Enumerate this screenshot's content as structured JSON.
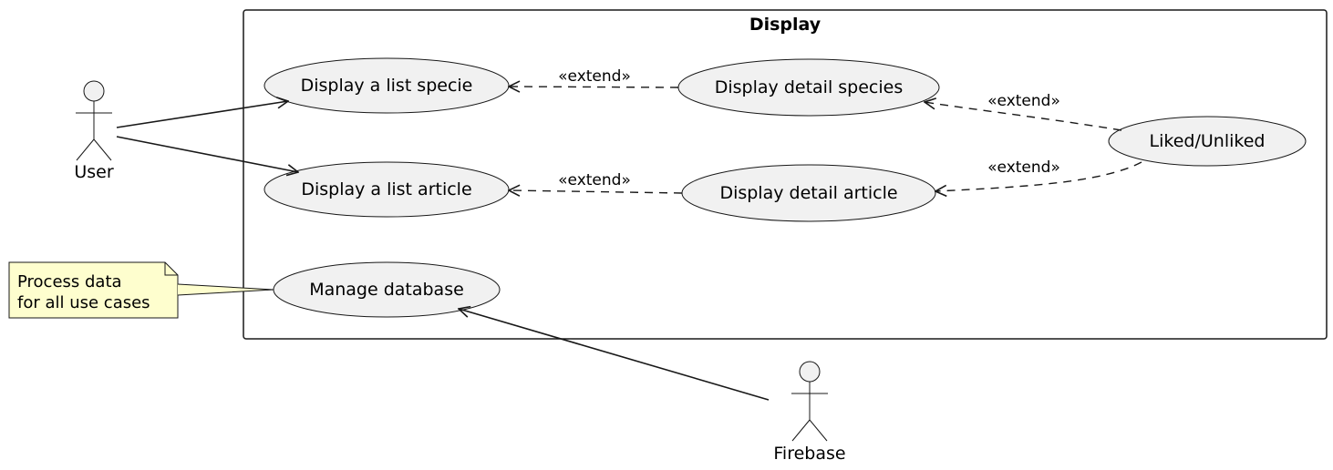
{
  "system": {
    "title": "Display"
  },
  "actors": {
    "user": "User",
    "firebase": "Firebase"
  },
  "use_cases": {
    "list_specie": "Display a list specie",
    "list_article": "Display a list article",
    "manage_database": "Manage database",
    "detail_species": "Display detail species",
    "detail_article": "Display detail article",
    "liked_unliked": "Liked/Unliked"
  },
  "relations": {
    "extend_1": "«extend»",
    "extend_2": "«extend»",
    "extend_3": "«extend»",
    "extend_4": "«extend»"
  },
  "note": {
    "line1": "Process data",
    "line2": "for all use cases"
  },
  "colors": {
    "use_case_fill": "#f1f1f1",
    "note_fill": "#fefece",
    "stroke": "#181818"
  }
}
